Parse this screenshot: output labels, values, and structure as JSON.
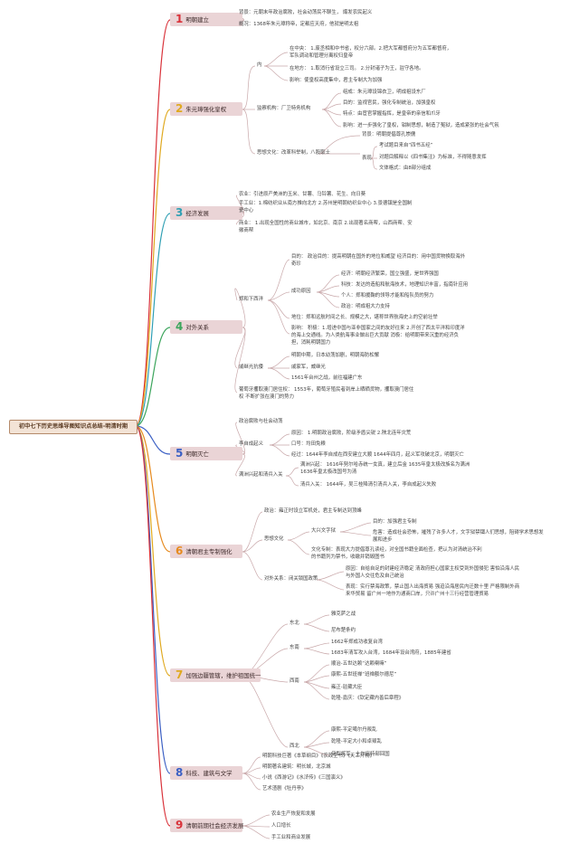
{
  "root": "初中七下历史思维导图知识点总结-明清时期",
  "sections": [
    {
      "num": "1",
      "title": "明朝建立",
      "color": "#d9323a"
    },
    {
      "num": "2",
      "title": "朱元璋强化皇权",
      "color": "#e0a920"
    },
    {
      "num": "3",
      "title": "经济发展",
      "color": "#2f9fb3"
    },
    {
      "num": "4",
      "title": "对外关系",
      "color": "#3ca55c"
    },
    {
      "num": "5",
      "title": "明朝灭亡",
      "color": "#3a5fc4"
    },
    {
      "num": "6",
      "title": "清朝君主专制强化",
      "color": "#e68a1e"
    },
    {
      "num": "7",
      "title": "加强边疆管辖，维护祖国统一",
      "color": "#e0a920"
    },
    {
      "num": "8",
      "title": "科技、建筑与文学",
      "color": "#3a5fc4"
    },
    {
      "num": "9",
      "title": "清朝前期社会经济发展",
      "color": "#d9323a"
    }
  ],
  "s1": {
    "bg": "背景：元朝末年政治腐败，社会动荡民不聊生， 爆发农民起义",
    "gk": "概况：1368年朱元璋称帝，定都应天府，他就是明太祖"
  },
  "s2": {
    "nei": "内",
    "zy1": "在中央：  1.废丞相和中书省，权分六部。2.把大军都督府分为五军都督府，",
    "zy2": "军队调动和管理分离权归皇帝",
    "df": "在地方：  1.取消行省设立三司。 2.分封诸子为王，驻守各地。",
    "yx": "影响：使皇权高度集中，君主专制大为加强",
    "jc": "监察机构：厂卫特务机构",
    "zc": "组成：朱元璋设锦衣卫，明成祖设东厂",
    "zr": "目的：监视官民，强化专制统治，加强皇权",
    "td": "特点：由宦官掌握指挥，是皇帝的亲信和爪牙",
    "jy": "影响：进一步强化了皇权，钳制思想，制造了冤狱，造成紧张的社会气氛",
    "sx": "思想文化：改革科举制，八股取士",
    "bj2": "背景：明朝提倡尊孔崇儒",
    "bx": "表现",
    "ks": "考试题目来自“四书五经”",
    "jd": "对题目解释以《四书集注》为标准，不得随意发挥",
    "wt": "文体格式：由8部分组成"
  },
  "s3": {
    "ny1": "农业：引进原产美洲的玉米、甘薯、马铃薯、花生、向日葵",
    "sg1": "手工业：1.棉纺织业从南方推向北方 2.苏州是明朝纺织业中心 3.景德镇是全国制",
    "sg2": "瓷中心",
    "sy1": "商业：  1.出现全国性的商业城市，如北京、南京 2.出现著名商帮，山西商帮、安",
    "sy2": "徽商帮"
  },
  "s4": {
    "zh": "郑和下西洋",
    "md1": "目的：  政治目的：提高明朝在国外的地位和威望 经济目的：用中国货物换取海外",
    "md2": "奇珍",
    "cg": "成功原因",
    "jj": "经济：明朝经济繁荣，国立强盛，是世界强国",
    "kj": "科技：发达的造船和航海技术，地理知识丰富，指南针应用",
    "gr": "个人：郑和援鞠的领导才能和船队员的努力",
    "zz": "政治：明成祖大力支持",
    "dw": "地位：郑和远航时间之长、规模之大，堪称世界航海史上的空前壮举",
    "yxa": "影响：   积极：1.增进中国与亚非国家之间的友好往来 2.开创了西太平洋和印度洋",
    "yxb": "的海上交通线。为人类航海事业做出巨大贡献 消极：给明朝带来沉重的经济负",
    "yxc": "担，消耗明朝国力",
    "qj": "戚继光抗倭",
    "wo": "明朝中期，日本幼荡加剧，明朝海防松懈",
    "ql": "戚家军，威继光",
    "tz": "1561年台州之战，前往福建广东",
    "pt1": "葡萄牙攫取澳门居住权：  1553年，葡萄牙殖民者到岸上晒晒货物，攫取澳门居住",
    "pt2": "权 不断扩张在澳门的势力"
  },
  "s5": {
    "zzfb": "政治腐败与社会动荡",
    "lz": "李自成起义",
    "yy": "原因：  1.明朝政治腐败，阶级矛盾尖锐 2.陕北连年灾荒",
    "kh": "口号：均田免粮",
    "jg": "经过：1644年李自成在西安建立大顺 1644年四月，起义军攻破北京，明朝灭亡",
    "qb": "满洲兴起和清兵入关",
    "mz1": "满洲兴起：  1616年努尔哈赤统一女真，建立后金 1635年皇太极改族名为满洲",
    "mz2": "1636年皇太极改国号为清",
    "qbr": "清兵入关：  1644年，吴三桂降清引清兵入关，李自成起义失败"
  },
  "s6": {
    "jj": "政治：雍正时设立军机处，君主专制达到顶峰",
    "sxwh": "思想文化",
    "dxz": "大兴文字狱",
    "mdx": "目的：加强君主专制",
    "wh1": "危害：造成社会恐怖，摧残了许多人才，文字狱禁锢人们思想，阻碍学术思想发",
    "wh2": "展和进步",
    "wzh1": "文化专制：表现大力提倡尊孔读经，对全国书籍全面检查，把认为对清统治不利",
    "wzh2": "的书籍列为禁书，收缴并销毁图书",
    "dwgx": "对外关系：闭关锁国政策",
    "yy1": "原因：自给自足的封建经济稳定 清政府担心国家主权受到外国侵犯 害怕沿海人民",
    "yy2": "与外国人交往危及自己统治",
    "bx1": "表现：实行禁海政策，禁止国人出海贸易 强迫沿海居民内迁数十里 严格限制外商",
    "bx2": "来华贸易 留广州一地作为通商口岸，只许广州十三行经营管理贸易"
  },
  "s7": {
    "db": "东北",
    "ya": "雅克萨之战",
    "nb": "尼布楚条约",
    "dn": "东南",
    "zc": "1662年郑成功收复台湾",
    "tw": "1683年清军攻入台湾，1684年设台湾府，1885年建省",
    "xb": "西南",
    "sz": "顺治-五世达赖“达赖喇嘛”",
    "kx": "康熙-五世班禅“班禅额尔德尼”",
    "yz": "雍正-驻藏大臣",
    "ql": "乾隆-嘉庆：《钦定藏内善后章程》",
    "xbb": "西北",
    "kxp": "康熙-平定噶尔丹叛乱",
    "qlp": "乾隆-平定大小和卓叛乱",
    "eb": "伊犁将军，土尔扈特部回国"
  },
  "s8": {
    "kj": "明朝科技巨著《本草纲目》《农政全书》《天工开物》",
    "jz": "明朝著名建筑：明长城，北京城",
    "xs": "小说《西游记》《水浒传》《三国演义》",
    "ys": "艺术渣剧《牡丹亭》"
  },
  "s9": {
    "ny": "农业生产恢复和发展",
    "rk": "人口增长",
    "sg": "手工业和商业发展"
  }
}
